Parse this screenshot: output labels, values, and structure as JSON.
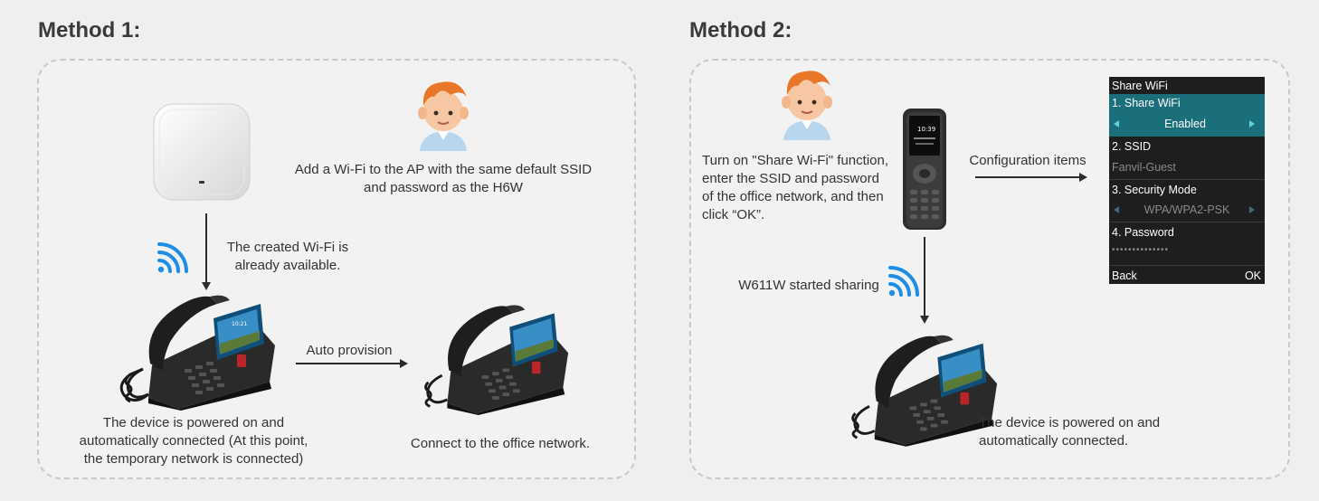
{
  "method1": {
    "title": "Method 1:",
    "ap_caption": [
      "Add a Wi-Fi to the AP with the same default SSID",
      "and password as the H6W"
    ],
    "wifi_available": [
      "The created Wi-Fi is",
      "already available."
    ],
    "auto_provision": "Auto provision",
    "device_caption": [
      "The device is powered on and",
      "automatically connected (At this point,",
      "the temporary network is connected)"
    ],
    "office_caption": "Connect to the office network."
  },
  "method2": {
    "title": "Method 2:",
    "instruction": [
      "Turn on \"Share Wi-Fi\" function,",
      "enter the SSID and password",
      "of the office network, and then",
      "click “OK”."
    ],
    "config_items": "Configuration items",
    "sharing": "W611W started sharing",
    "device_caption": [
      "The device is powered on and",
      "automatically connected."
    ],
    "phone_screen_time": "10:39"
  },
  "screen": {
    "header": "Share WiFi",
    "item1_label": "1. Share WiFi",
    "item1_value": "Enabled",
    "item2_label": "2. SSID",
    "item2_value": "Fanvil-Guest",
    "item3_label": "3. Security Mode",
    "item3_value": "WPA/WPA2-PSK",
    "item4_label": "4. Password",
    "item4_value": "••••••••••••••",
    "back": "Back",
    "ok": "OK"
  },
  "desk_phone": {
    "screen_time": "10:21"
  },
  "colors": {
    "accent": "#1b6f7a",
    "wifi_blue": "#1e8ee6",
    "background": "#efefef",
    "panel_border": "#c9c9c9"
  },
  "icons": [
    "access-point-icon",
    "person-avatar-icon",
    "wifi-signal-icon",
    "desk-ip-phone-icon",
    "mobile-phone-icon"
  ]
}
